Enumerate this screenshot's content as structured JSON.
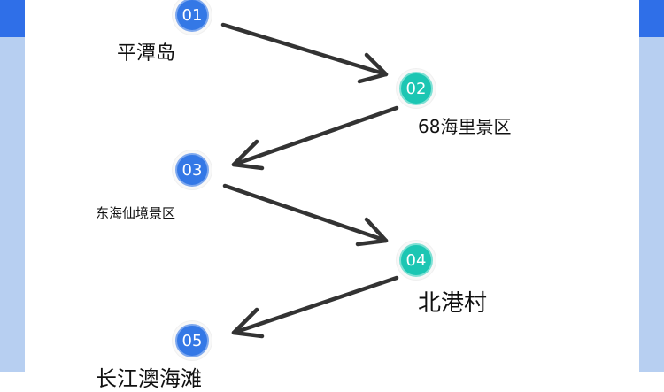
{
  "colors": {
    "blue": "#3478e6",
    "teal": "#1cc6b3",
    "band_dark": "#2f6fe8",
    "band_light": "#b7cff1",
    "arrow": "#333333"
  },
  "steps": [
    {
      "number": "01",
      "name": "平潭岛"
    },
    {
      "number": "02",
      "name": "68海里景区"
    },
    {
      "number": "03",
      "name": "东海仙境景区"
    },
    {
      "number": "04",
      "name": "北港村"
    },
    {
      "number": "05",
      "name": "长江澳海滩"
    }
  ]
}
